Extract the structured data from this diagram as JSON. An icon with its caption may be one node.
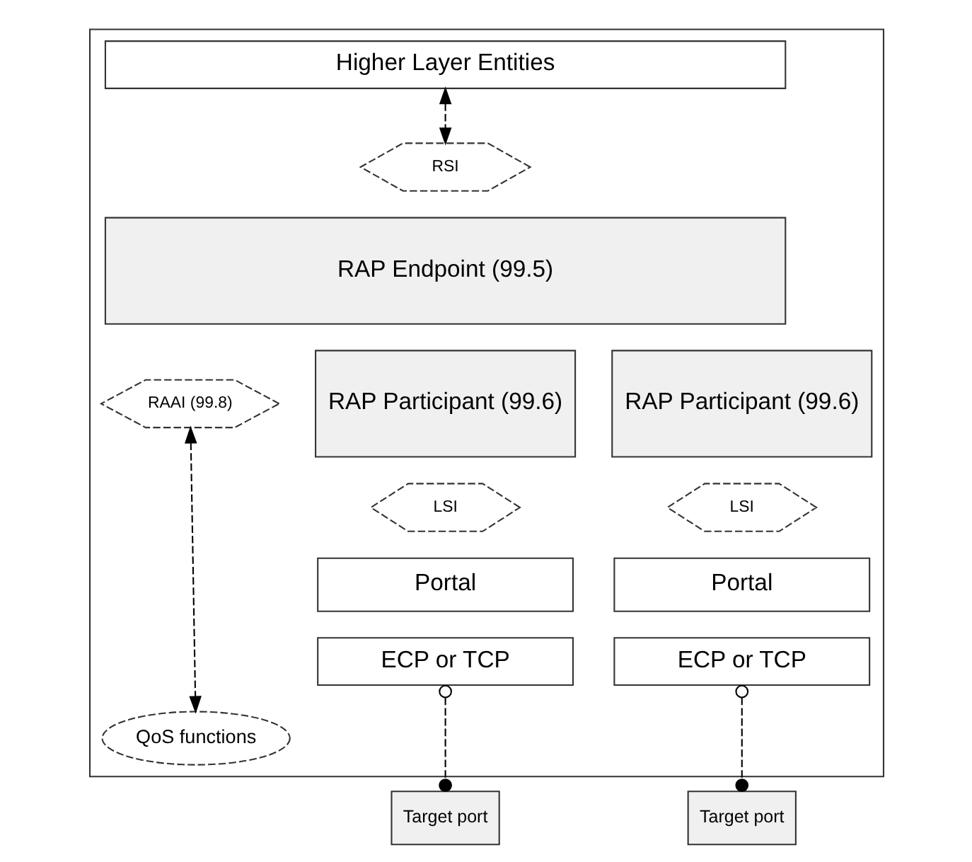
{
  "diagram": {
    "nodes": [
      {
        "text": [],
        "shape": "box"
      },
      {
        "text": [
          "Higher Layer Entities"
        ],
        "in": 0
      },
      {
        "text": [
          "RSI"
        ],
        "in": 0
      },
      {
        "text": [
          "RAP Endpoint (99.5)"
        ],
        "in": 0
      },
      {
        "text": [
          "RAAI (99.8)"
        ],
        "in": 0
      },
      {
        "text": [
          "RAP Participant (99.6)"
        ],
        "in": 0
      },
      {
        "text": [
          "LSI"
        ],
        "in": 0
      },
      {
        "text": [
          "Portal"
        ],
        "in": 0
      },
      {
        "text": [
          "ECP or TCP"
        ],
        "in": 0
      },
      {
        "text": [
          "RAP Participant (99.6)"
        ],
        "in": 0
      },
      {
        "text": [
          "LSI"
        ],
        "in": 0
      },
      {
        "text": [
          "Portal"
        ],
        "in": 0
      },
      {
        "text": [
          "ECP or TCP"
        ],
        "in": 0
      },
      {
        "text": [
          "QoS functions"
        ],
        "in": 0
      },
      {
        "text": [
          "Target port"
        ]
      },
      {
        "text": [
          "Target port"
        ]
      }
    ],
    "edges": [
      {
        "from": 1,
        "to": 2,
        "arrow": "both",
        "style": "dashed"
      },
      {
        "from": 4,
        "to": 13,
        "arrow": "both",
        "style": "dashed"
      },
      {
        "from": 8,
        "to": 14,
        "arrow": "other",
        "style": "dashed"
      },
      {
        "from": 12,
        "to": 15,
        "arrow": "other",
        "style": "dashed"
      }
    ]
  }
}
